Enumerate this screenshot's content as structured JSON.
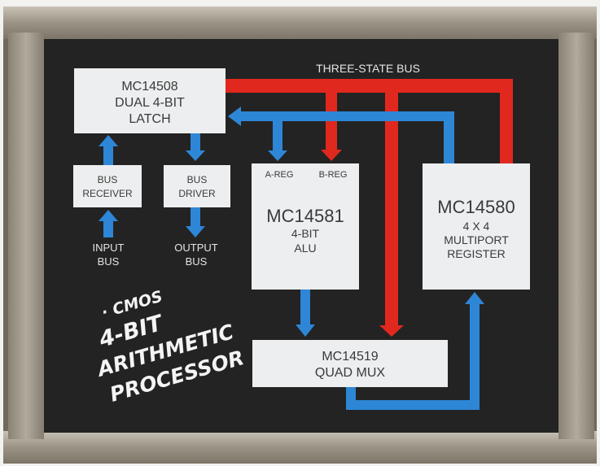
{
  "frame": {
    "wood_color": "#a39b8e",
    "board_color": "#232323"
  },
  "colors": {
    "red_bus": "#e0281e",
    "blue_bus": "#2e86d6",
    "box": "#eceeef"
  },
  "bus_label": "THREE-STATE BUS",
  "latch": {
    "line1": "MC14508",
    "line2": "DUAL 4-BIT",
    "line3": "LATCH"
  },
  "bus_receiver": {
    "line1": "BUS",
    "line2": "RECEIVER"
  },
  "bus_driver": {
    "line1": "BUS",
    "line2": "DRIVER"
  },
  "input_bus": {
    "line1": "INPUT",
    "line2": "BUS"
  },
  "output_bus": {
    "line1": "OUTPUT",
    "line2": "BUS"
  },
  "alu": {
    "a_reg": "A-REG",
    "b_reg": "B-REG",
    "line1": "MC14581",
    "line2": "4-BIT",
    "line3": "ALU"
  },
  "register": {
    "line1": "MC14580",
    "line2": "4 X 4",
    "line3": "MULTIPORT",
    "line4": "REGISTER"
  },
  "mux": {
    "line1": "MC14519",
    "line2": "QUAD MUX"
  },
  "chalk_title": {
    "line1": "· CMOS",
    "line2": "4-BIT",
    "line3": "ARITHMETIC",
    "line4": "PROCESSOR"
  }
}
